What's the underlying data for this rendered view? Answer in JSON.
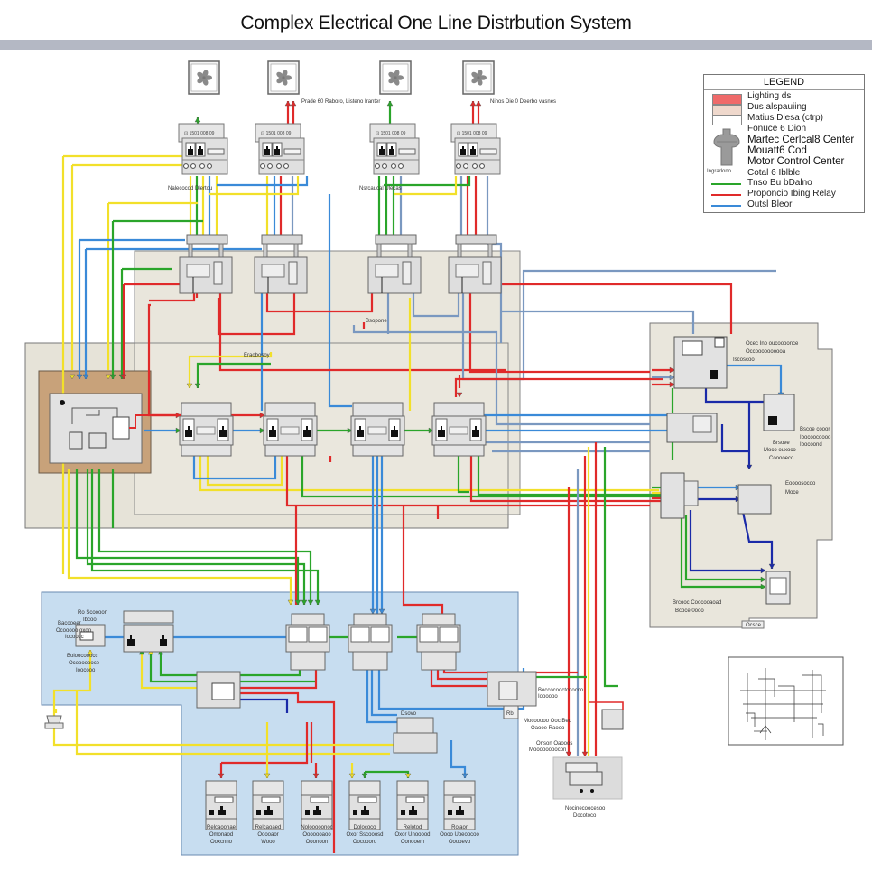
{
  "title": "Complex Electrical One Line Distrbution System",
  "colors": {
    "wire_green": "#2aa52a",
    "wire_red": "#e02a2a",
    "wire_blue": "#3a8ad8",
    "wire_navy": "#1a2aa8",
    "wire_yellow": "#f2e02a",
    "wire_steel": "#7a98c0",
    "panel_gray": "#e8e8e8",
    "zone_beige": "#e9e6dc",
    "zone_tan": "#c8a27a",
    "zone_blue": "#c7ddf0"
  },
  "legend": {
    "title": "LEGEND",
    "items": [
      {
        "label": "Lighting ds",
        "swatch": "#ef6a6a"
      },
      {
        "label": "Dus alspauiing",
        "swatch": "#efd8cc"
      },
      {
        "label": "Matius Dlesa (ctrp)",
        "swatch": "#ffffff"
      },
      {
        "label": "Fonuce 6 Dion"
      },
      {
        "label": "Martec Cerlcal8 Center"
      },
      {
        "label": "Mouatt6 Cod"
      },
      {
        "label": "Motor Control Center"
      },
      {
        "label": "Cotal 6 Iblble"
      },
      {
        "label": "Tnso Bu bDalno",
        "line": "#2aa52a"
      },
      {
        "label": "Proponcio Ibing Relay",
        "line": "#e02a2a"
      },
      {
        "label": "Outsl Bleor",
        "line": "#3a8ad8"
      }
    ],
    "icon_caption": "Ingradono"
  },
  "labels": {
    "fan1_note": "",
    "fan2_note": "Prade 60 Raboro, Listeno Iranter",
    "fan4_note": "Ninos Die 0 Deerbo vasnes",
    "mcc1_note": "Nalecocod Dlertou",
    "mcc3_note": "Nsrcaucal Ulecas",
    "mid_bus": "Eraobosoy",
    "center_bus": "Bsopone",
    "right_top_1": "Ocec Ino oucoooonce",
    "right_top_2": "Occoooooooooa",
    "right_top_3": "Iscoscoo",
    "right_mid_1": "Bscoe cooor",
    "right_mid_2": "Ibocoocoooo",
    "right_mid_3": "Ibocoond",
    "right_mid_4": "Brsove",
    "right_mid_5": "Moco ouxoco",
    "right_mid_6": "Cooooeco",
    "right_drive_1": "Eoooosocoo",
    "right_drive_2": "Moce",
    "right_bottom_1": "Brcooc Coocooaoad",
    "right_bottom_2": "Bcoce 0ooo",
    "right_bottom_tag": "Ocsce",
    "blue_left_1": "Ro Scoooon",
    "blue_left_2": "Ibcoo",
    "blue_left_3": "Bacooeer",
    "blue_left_4": "Ocooooo oxoo",
    "blue_left_5": "Iocoocc",
    "blue_left_6": "Boloocooocc",
    "blue_left_7": "Ocooooooce",
    "blue_left_8": "Ioocooo",
    "center_panel_tag": "Dsovo",
    "sub_right_1": "Boccocooctcoocco",
    "sub_right_2": "Ioooooo",
    "meter_1": "Mocooooo Ooc Beo",
    "meter_2": "Oaooe Raooo",
    "meter_3": "Onson Oaooos",
    "meter_4": "Moooooooocon",
    "meter_5": "Nocinecoocesoo",
    "meter_6": "Docotoco",
    "sub_right_tag": "Rb",
    "bottom_units": [
      [
        "Relcaoonae",
        "Omonaod",
        "Ooxcnno"
      ],
      [
        "Relcaoaed",
        "Ooooaor",
        "Wooo"
      ],
      [
        "Nolooooonoc",
        "Ooooooaoo",
        "Ooonoon"
      ],
      [
        "Dolococo",
        "Oxor Sscooosd",
        "Oocoooro"
      ],
      [
        "Relotod",
        "Oxor Unooood",
        "Oonooem"
      ],
      [
        "Rolaor",
        "Oooo Uoeoocoo",
        "Ooooevo"
      ]
    ]
  }
}
